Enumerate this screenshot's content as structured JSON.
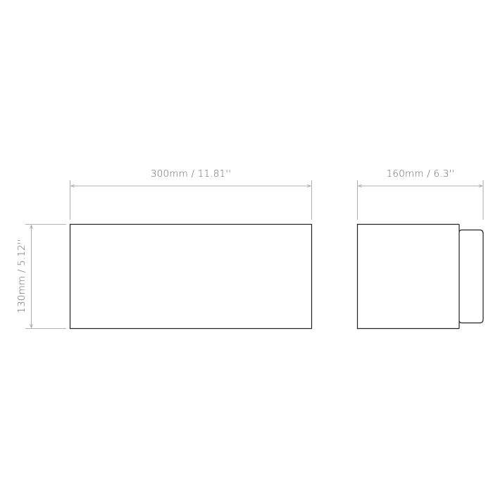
{
  "diagram": {
    "front_view": {
      "width_label": "300mm / 11.81''",
      "height_label": "130mm / 5.12''"
    },
    "side_view": {
      "depth_label": "160mm / 6.3''"
    }
  },
  "colors": {
    "outline": "#222222",
    "dimension_line": "#999999",
    "dimension_text": "#666666"
  }
}
